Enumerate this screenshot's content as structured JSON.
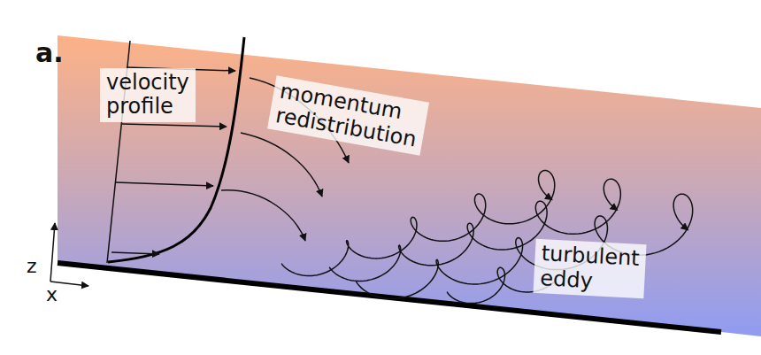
{
  "diagram": {
    "nodes": [
      {
        "text": [
          "velocity profile"
        ]
      },
      {
        "text": [
          "momentum redistribution"
        ]
      },
      {
        "text": [
          "turbulent eddy"
        ]
      }
    ],
    "labels": [
      "a.",
      "z",
      "x"
    ]
  }
}
